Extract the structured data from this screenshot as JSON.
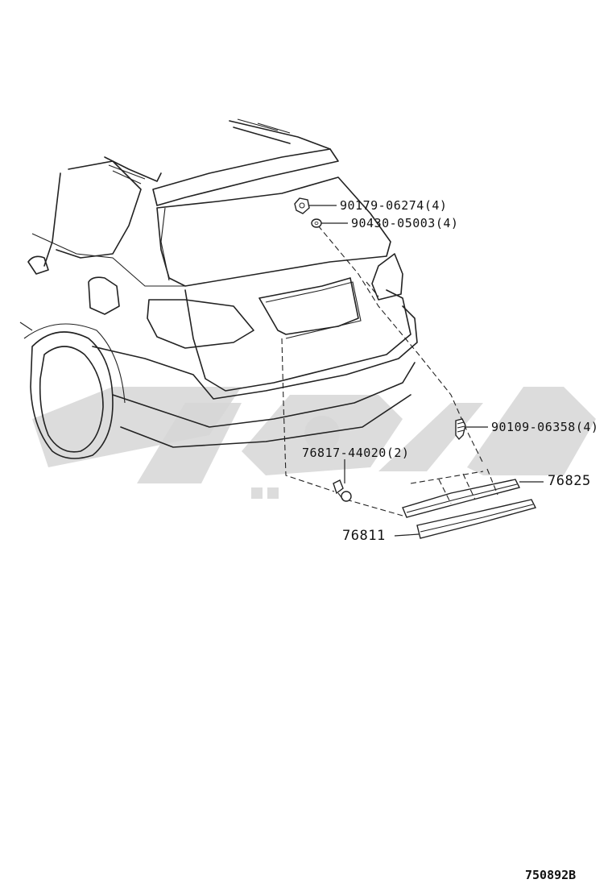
{
  "parts": {
    "nut_label": "90179-06274(4)",
    "washer_label": "90430-05003(4)",
    "screw_label": "90109-06358(4)",
    "socket_label": "76817-44020(2)",
    "spoiler_cover_label": "76825",
    "spoiler_label": "76811"
  },
  "figure": {
    "reference_code": "750892B"
  }
}
